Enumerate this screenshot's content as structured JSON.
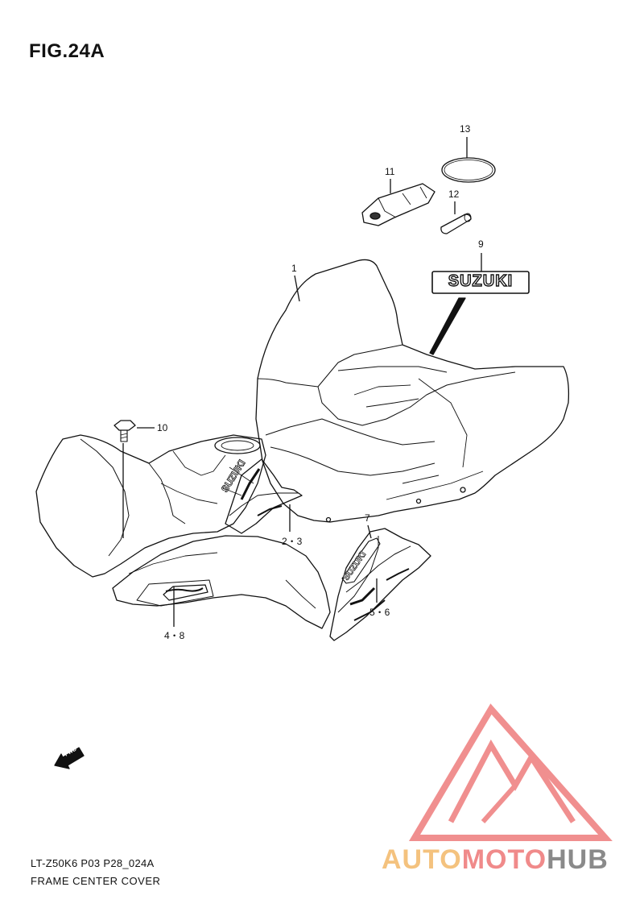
{
  "figure": {
    "title": "FIG.24A",
    "code": "LT-Z50K6 P03 P28_024A",
    "name": "FRAME CENTER COVER"
  },
  "callouts": {
    "c1": "1",
    "c23": "2・3",
    "c48": "4・8",
    "c56": "5・6",
    "c7": "7",
    "c9": "9",
    "c10": "10",
    "c11": "11",
    "c12": "12",
    "c13": "13"
  },
  "emblem": {
    "text": "SUZUKI"
  },
  "fwd_arrow": {
    "label": "FWD"
  },
  "watermark": {
    "part1": "AUTO",
    "part2": "MOTO",
    "part3": "HUB",
    "colors": {
      "auto": "#f4c27e",
      "moto": "#f08a8a",
      "hub": "#8a8a8a",
      "logo": "#f08a8a"
    }
  }
}
